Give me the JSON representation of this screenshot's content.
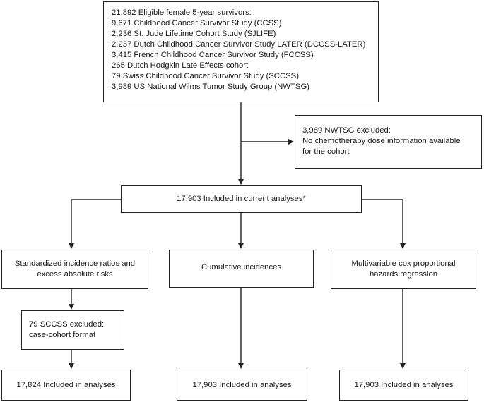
{
  "flowchart": {
    "top_box": {
      "lines": [
        "21,892 Eligible female 5-year survivors:",
        "9,671 Childhood Cancer Survivor Study (CCSS)",
        "2,236 St. Jude Lifetime Cohort Study (SJLIFE)",
        "2,237 Dutch Childhood Cancer Survivor Study LATER (DCCSS-LATER)",
        "3,415 French Childhood Cancer Survivor Study (FCCSS)",
        "265 Dutch Hodgkin Late Effects cohort",
        "79 Swiss Childhood Cancer Survivor Study (SCCSS)",
        "3,989 US National Wilms Tumor Study Group (NWTSG)"
      ]
    },
    "exclusion_box": {
      "lines": [
        "3,989 NWTSG excluded:",
        "No chemotherapy dose information available",
        "for the cohort"
      ]
    },
    "included_box": {
      "text": "17,903 Included in current analyses*"
    },
    "analysis_left": {
      "lines": [
        "Standardized incidence ratios and",
        "excess absolute risks"
      ]
    },
    "analysis_middle": {
      "lines": [
        "Cumulative incidences"
      ]
    },
    "analysis_right": {
      "lines": [
        "Multivariable cox proportional",
        "hazards regression"
      ]
    },
    "sccss_box": {
      "lines": [
        "79 SCCSS excluded:",
        "case-cohort format"
      ]
    },
    "final_left": {
      "text": "17,824 Included in analyses"
    },
    "final_middle": {
      "text": "17,903 Included in analyses"
    },
    "final_right": {
      "text": "17,903 Included in analyses"
    }
  }
}
